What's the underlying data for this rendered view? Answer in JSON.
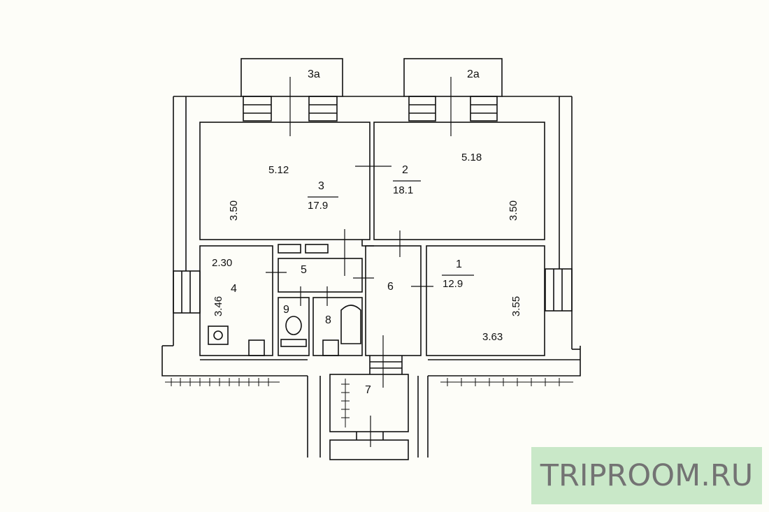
{
  "plan": {
    "rooms": [
      {
        "id": "room-3a",
        "number": "3а"
      },
      {
        "id": "room-2a",
        "number": "2а"
      },
      {
        "id": "room-3",
        "number": "3",
        "area": "17.9",
        "width": "5.12",
        "depth": "3.50"
      },
      {
        "id": "room-2",
        "number": "2",
        "area": "18.1",
        "width": "5.18",
        "depth": "3.50"
      },
      {
        "id": "room-1",
        "number": "1",
        "area": "12.9",
        "width": "3.63",
        "depth": "3.55"
      },
      {
        "id": "room-4",
        "number": "4",
        "width": "2.30",
        "depth": "3.46"
      },
      {
        "id": "room-5",
        "number": "5"
      },
      {
        "id": "room-6",
        "number": "6"
      },
      {
        "id": "room-7",
        "number": "7"
      },
      {
        "id": "room-8",
        "number": "8"
      },
      {
        "id": "room-9",
        "number": "9"
      }
    ]
  },
  "watermark": {
    "text": "TRIPROOM.RU",
    "bg": "#c9e8c8",
    "fg": "#737373"
  },
  "colors": {
    "line": "#111111",
    "paper": "#fdfdf8"
  }
}
